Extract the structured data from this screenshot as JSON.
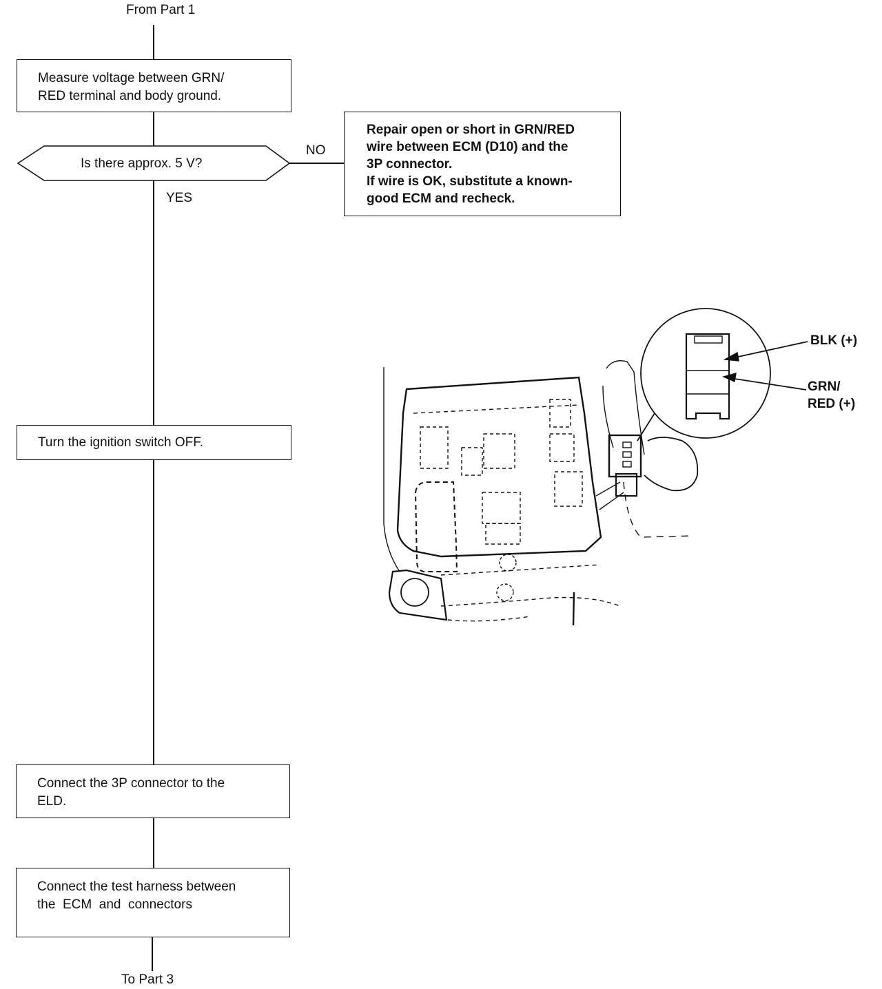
{
  "flow": {
    "from_label": "From Part 1",
    "to_label": "To Part 3",
    "step1": [
      "Measure voltage between GRN/",
      "RED terminal and body ground."
    ],
    "decision": "Is there approx. 5 V?",
    "no_label": "NO",
    "yes_label": "YES",
    "repair": [
      "Repair open or short in GRN/RED",
      "wire between ECM (D10) and the",
      "3P connector.",
      "If wire is OK, substitute a known-",
      "good ECM and recheck."
    ],
    "step2": "Turn the ignition switch OFF.",
    "step3": [
      "Connect the 3P connector to the",
      "ELD."
    ],
    "step4": [
      "Connect the test harness between",
      "the  ECM  and  connectors"
    ]
  },
  "illustration": {
    "blk_label": "BLK (+)",
    "grn_label": [
      "GRN/",
      "RED (+)"
    ]
  }
}
